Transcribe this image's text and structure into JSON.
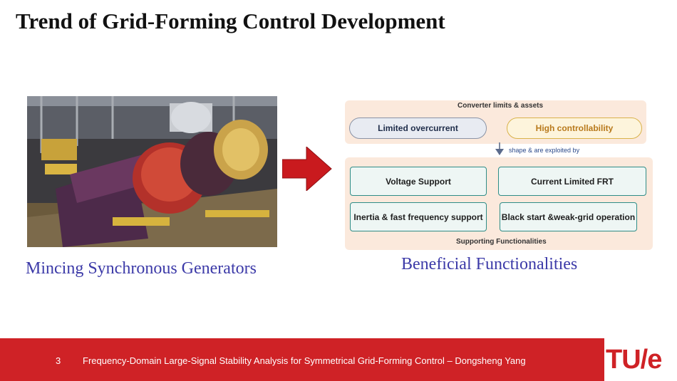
{
  "slide": {
    "title": "Trend of Grid-Forming Control Development",
    "left_caption": "Mincing Synchronous Generators",
    "right_caption": "Beneficial Functionalities"
  },
  "diagram": {
    "top_label": "Converter limits & assets",
    "limits": [
      "Limited overcurrent",
      "High controllability"
    ],
    "connector_label": "shape & are exploited by",
    "functions": [
      "Voltage Support",
      "Current Limited FRT",
      "Inertia & fast frequency support",
      "Black start &weak-grid operation"
    ],
    "bottom_label": "Supporting Functionalities"
  },
  "footer": {
    "page_number": "3",
    "text": "Frequency-Domain Large-Signal Stability Analysis for Symmetrical Grid-Forming Control – Dongsheng Yang",
    "logo": "TU/e"
  },
  "colors": {
    "accent_red": "#cf2226",
    "caption_blue": "#3c3aa8",
    "panel_peach": "#fbe9dc",
    "teal_border": "#2f8d87"
  }
}
